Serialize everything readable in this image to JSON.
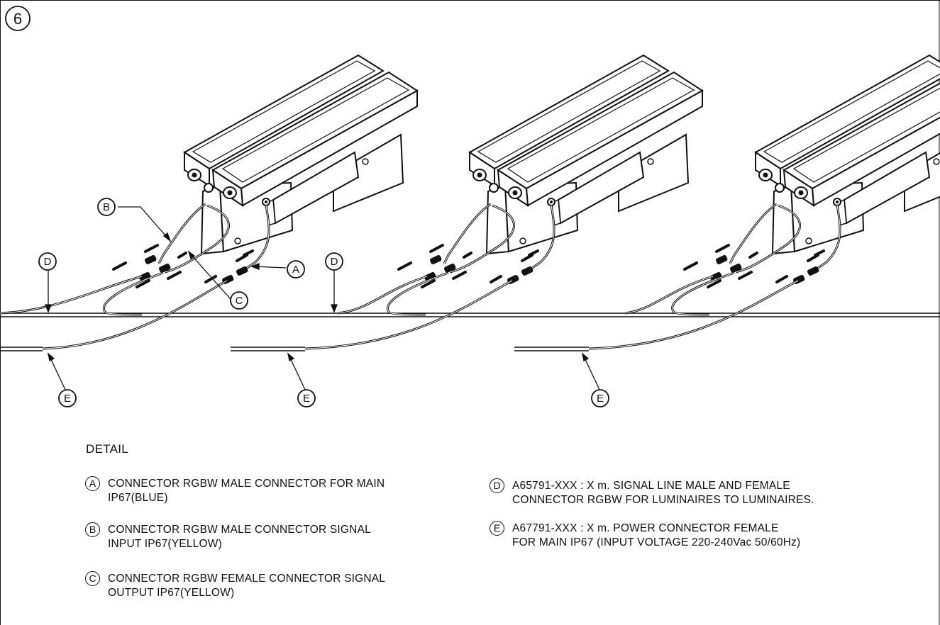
{
  "step_number": "6",
  "callout_labels": {
    "a": "A",
    "b": "B",
    "c": "C",
    "d": "D",
    "e": "E"
  },
  "detail": {
    "title": "DETAIL",
    "items": [
      {
        "letter": "A",
        "line1": "CONNECTOR RGBW MALE CONNECTOR FOR MAIN",
        "line2": "IP67(BLUE)"
      },
      {
        "letter": "B",
        "line1": "CONNECTOR RGBW MALE CONNECTOR SIGNAL",
        "line2": "INPUT IP67(YELLOW)"
      },
      {
        "letter": "C",
        "line1": "CONNECTOR RGBW FEMALE CONNECTOR SIGNAL",
        "line2": "OUTPUT IP67(YELLOW)"
      },
      {
        "letter": "D",
        "line1": "A65791-XXX : X m. SIGNAL LINE MALE AND FEMALE",
        "line2": "CONNECTOR RGBW FOR LUMINAIRES TO LUMINAIRES."
      },
      {
        "letter": "E",
        "line1": "A67791-XXX : X m. POWER CONNECTOR FEMALE",
        "line2": "FOR MAIN IP67 (INPUT VOLTAGE 220-240Vac 50/60Hz)"
      }
    ]
  }
}
